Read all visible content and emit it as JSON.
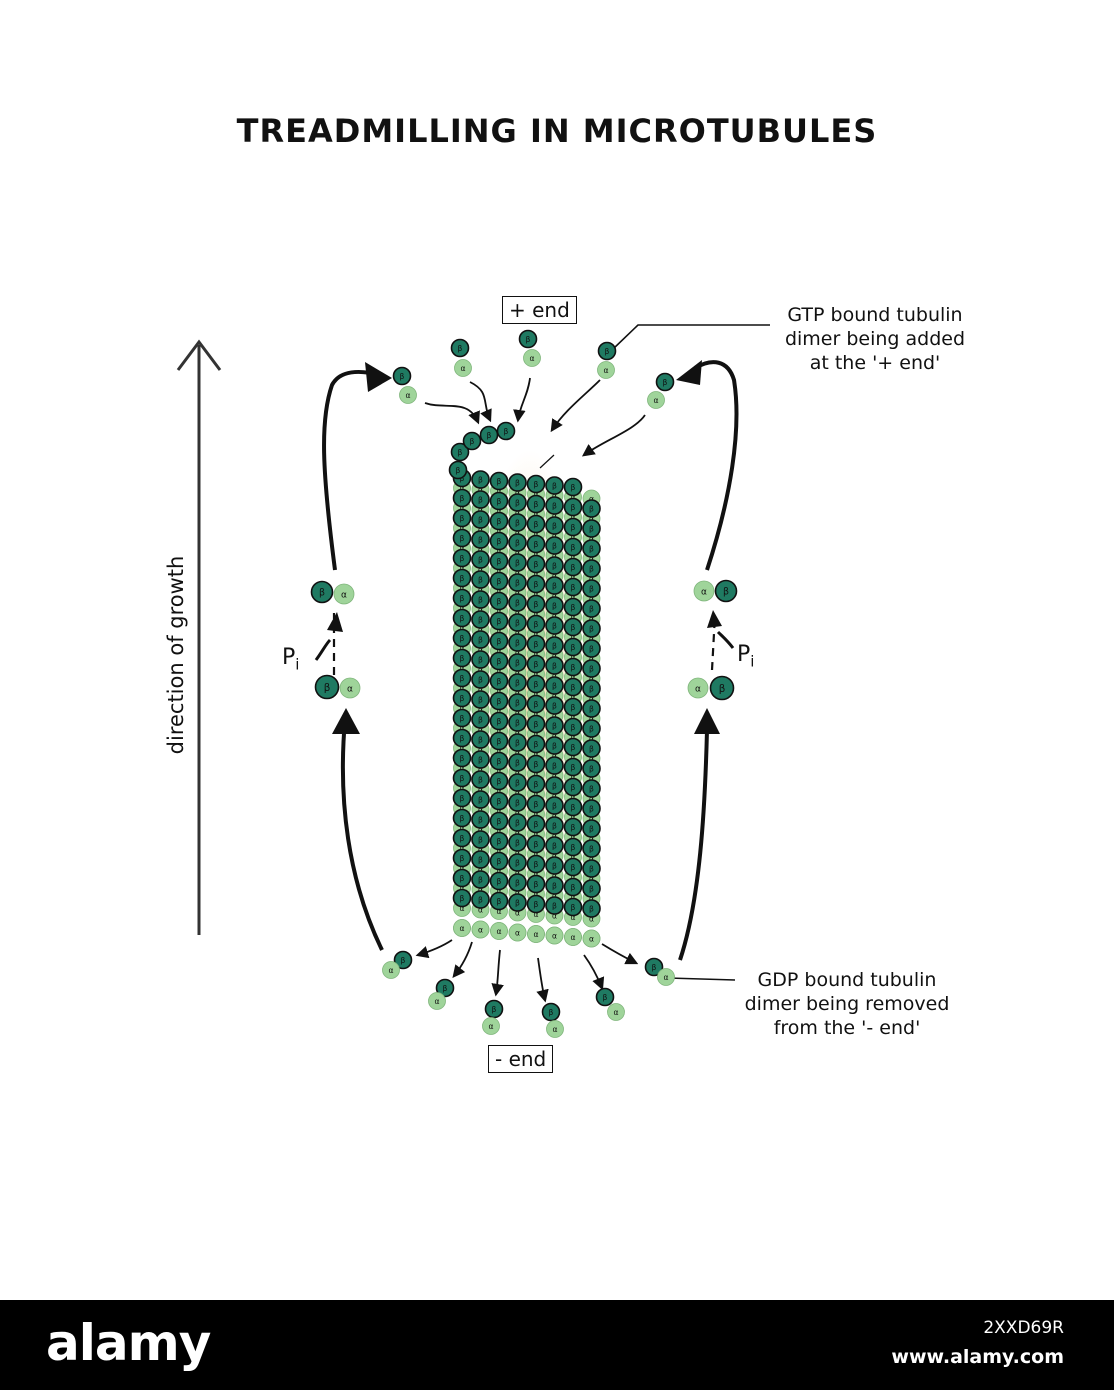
{
  "title": "TREADMILLING IN MICROTUBULES",
  "plus_end_label": "+ end",
  "minus_end_label": "- end",
  "direction_label": "direction of growth",
  "pi_label": "P",
  "pi_subscript": "i",
  "gtp_annotation": [
    "GTP bound tubulin",
    "dimer being added",
    "at the '+ end'"
  ],
  "gdp_annotation": [
    "GDP bound tubulin",
    "dimer being removed",
    "from the '- end'"
  ],
  "beta_glyph": "β",
  "alpha_glyph": "α",
  "colors": {
    "beta_tubulin": "#1f7a62",
    "alpha_tubulin": "#9fd49a",
    "outline": "#111111",
    "lumen_glow": "#f7d9a8"
  },
  "footer": {
    "brand": "alamy",
    "image_id": "2XXD69R",
    "site": "www.alamy.com"
  }
}
